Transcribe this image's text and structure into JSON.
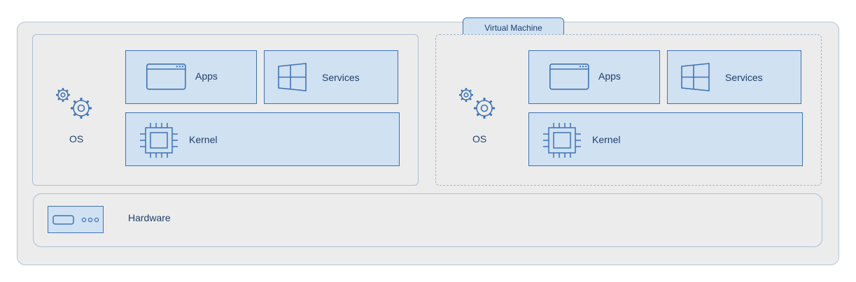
{
  "vm_label": "Virtual Machine",
  "hardware_label": "Hardware",
  "left": {
    "os_label": "OS",
    "apps_label": "Apps",
    "services_label": "Services",
    "kernel_label": "Kernel"
  },
  "right": {
    "os_label": "OS",
    "apps_label": "Apps",
    "services_label": "Services",
    "kernel_label": "Kernel"
  },
  "colors": {
    "accent": "#3e73b8",
    "block_fill": "#d0e1f2",
    "background": "#ececec",
    "text": "#1f3f6b"
  },
  "icons": [
    "gears-icon",
    "app-window-icon",
    "windows-logo-icon",
    "cpu-chip-icon",
    "server-icon"
  ]
}
